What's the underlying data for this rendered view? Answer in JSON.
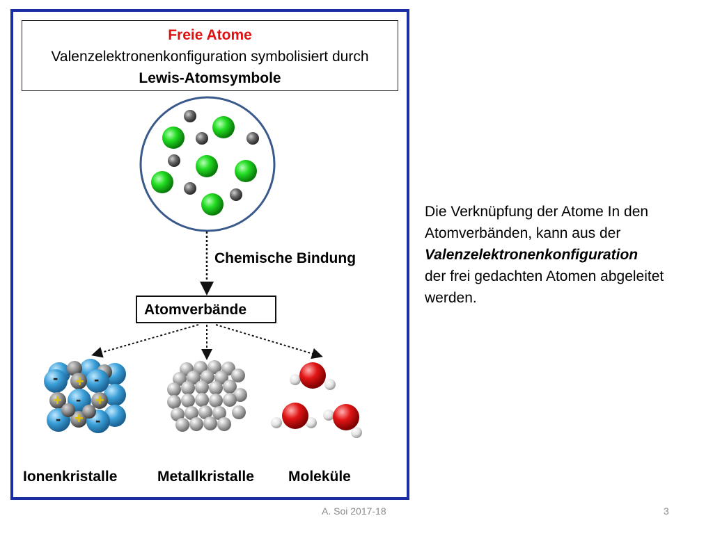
{
  "title": {
    "line1": "Freie Atome",
    "line2": "Valenzelektronenkonfiguration symbolisiert durch",
    "line3": "Lewis-Atomsymbole"
  },
  "bond_label": "Chemische Bindung",
  "atomverbaende_label": "Atomverbände",
  "bottom_labels": {
    "ionic": "Ionenkristalle",
    "metal": "Metallkristalle",
    "molecules": "Moleküle"
  },
  "ion_signs": {
    "minus": "-",
    "plus": "+"
  },
  "right_text": {
    "line1": "Die Verknüpfung der Atome In den",
    "line2": "Atomverbänden, kann aus der",
    "line3": "Valenzelektronenkonfiguration",
    "line4": "der frei gedachten Atomen abgeleitet",
    "line5": "werden."
  },
  "footer": {
    "author": "A. Soi 2017-18",
    "page": "3"
  },
  "colors": {
    "frame": "#1a2ea3",
    "title_red": "#e01010",
    "green_atom": "#22cc22",
    "grey_atom": "#666666",
    "ion_blue": "#3a9fd8",
    "oxygen_red": "#dd1111",
    "metal_grey": "#b0b0b0"
  }
}
